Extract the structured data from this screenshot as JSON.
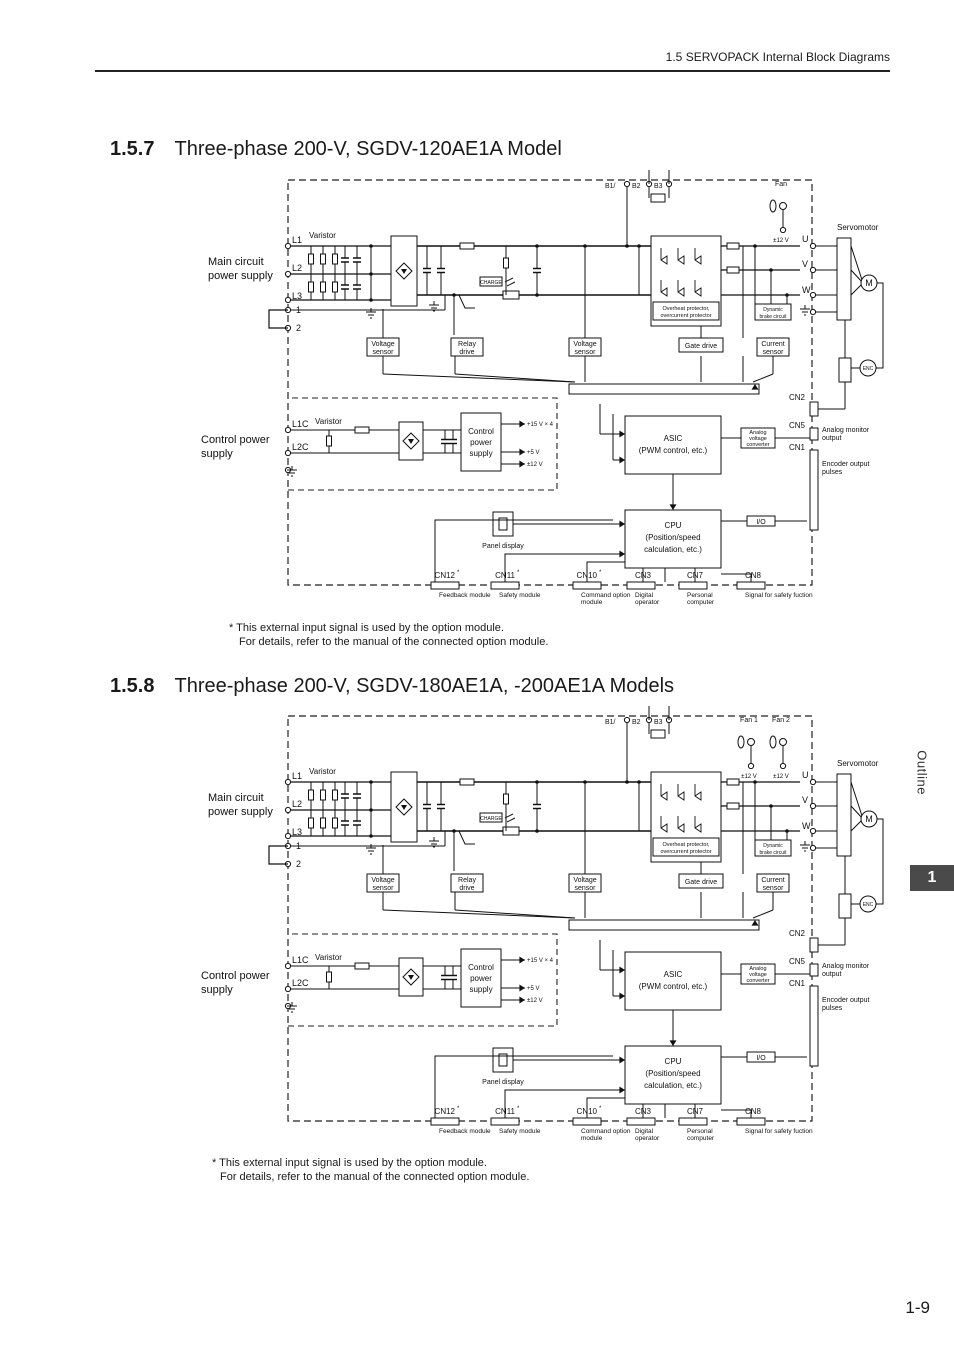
{
  "header": {
    "section": "1.5  SERVOPACK Internal Block Diagrams"
  },
  "sections": [
    {
      "number": "1.5.7",
      "title": "Three-phase 200-V, SGDV-120AE1A Model",
      "note_line1": "* This external input signal is used by the option module.",
      "note_line2": "For details, refer to the manual of the connected option module.",
      "fans": [
        "Fan"
      ]
    },
    {
      "number": "1.5.8",
      "title": "Three-phase 200-V, SGDV-180AE1A, -200AE1A Models",
      "note_line1": "* This external input signal is used by the option module.",
      "note_line2": "For details, refer to the manual of the connected option module.",
      "fans": [
        "Fan 1",
        "Fan 2"
      ]
    }
  ],
  "diagram_labels": {
    "l1": "L1",
    "l2": "L2",
    "l3": "L3",
    "neg1": "1",
    "neg2": "2",
    "varistor": "Varistor",
    "main_supply_1": "Main circuit",
    "main_supply_2": "power supply",
    "control_supply_1": "Control power",
    "control_supply_2": "supply",
    "l1c": "L1C",
    "l2c": "L2C",
    "b1": "B1/",
    "b2": "B2",
    "b3": "B3",
    "charge": "CHARGE",
    "voltage_sensor_1": "Voltage",
    "voltage_sensor_2": "sensor",
    "relay_drive_1": "Relay",
    "relay_drive_2": "drive",
    "gate_drive": "Gate drive",
    "current_sensor_1": "Current",
    "current_sensor_2": "sensor",
    "overheat_1": "Overheat protector,",
    "overheat_2": "overcurrent protector",
    "dynamic_1": "Dynamic",
    "dynamic_2": "brake circuit",
    "fan_voltage": "±12 V",
    "u": "U",
    "v": "V",
    "w": "W",
    "servomotor": "Servomotor",
    "motor": "M",
    "enc": "ENC",
    "control_block_1": "Control",
    "control_block_2": "power",
    "control_block_3": "supply",
    "v15": "+15 V × 4",
    "v5": "+5 V",
    "v12": "±12 V",
    "asic_1": "ASIC",
    "asic_2": "(PWM control, etc.)",
    "analog_conv_1": "Analog",
    "analog_conv_2": "voltage",
    "analog_conv_3": "converter",
    "cpu_1": "CPU",
    "cpu_2": "(Position/speed",
    "cpu_3": "calculation, etc.)",
    "io": "I/O",
    "panel_display": "Panel display",
    "cn1": "CN1",
    "cn2": "CN2",
    "cn3": "CN3",
    "cn5": "CN5",
    "cn7": "CN7",
    "cn8": "CN8",
    "cn10": "CN10",
    "cn11": "CN11",
    "cn12": "CN12",
    "star": "*",
    "analog_out_1": "Analog monitor",
    "analog_out_2": "output",
    "encoder_out_1": "Encoder output",
    "encoder_out_2": "pulses",
    "feedback_module": "Feedback module",
    "safety_module": "Safety module",
    "command_option_1": "Command option",
    "command_option_2": "module",
    "digital_operator_1": "Digital",
    "digital_operator_2": "operator",
    "personal_computer_1": "Personal",
    "personal_computer_2": "computer",
    "safety_function": "Signal for safety fuction"
  },
  "sidebar": {
    "label": "Outline",
    "chapter": "1"
  },
  "page_number": "1-9"
}
